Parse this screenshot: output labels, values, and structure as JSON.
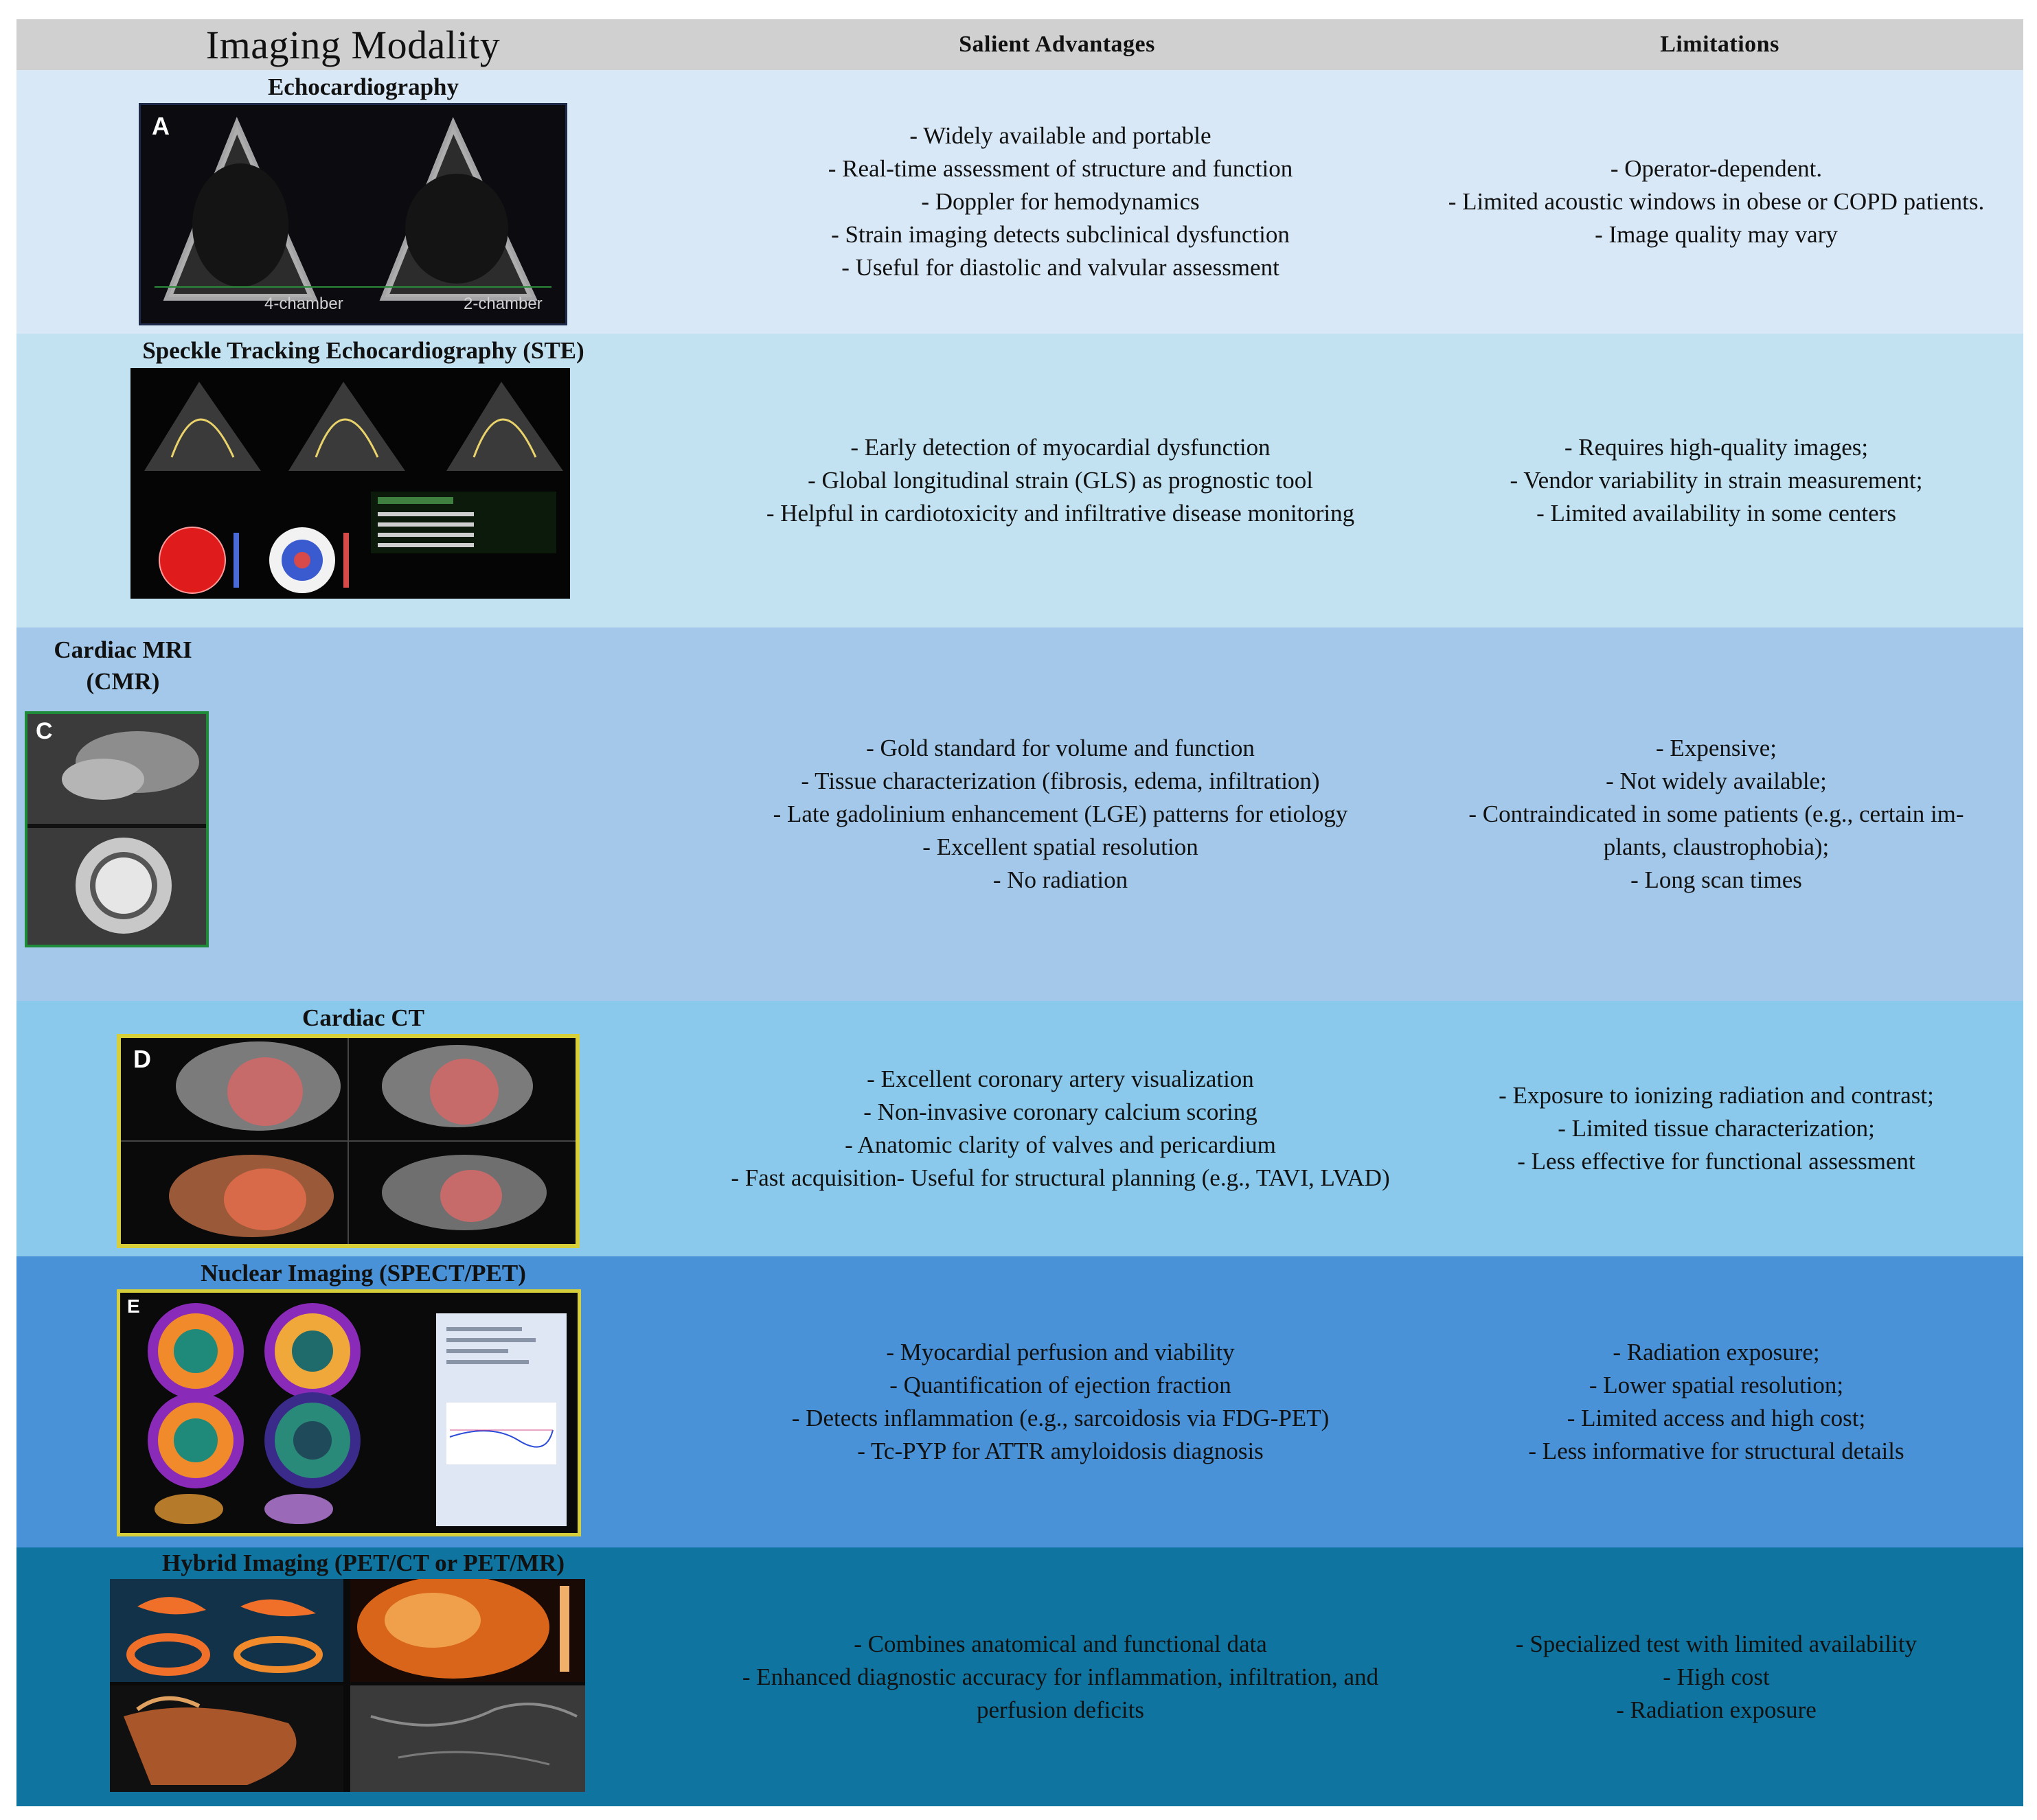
{
  "header": {
    "modality": "Imaging Modality",
    "advantages": "Salient Advantages",
    "limitations": "Limitations"
  },
  "colors": {
    "header_bg": "#d0d0d0",
    "row_echo": "#d8e8f6",
    "row_ste": "#c2e2f2",
    "row_cmr": "#a3c8e9",
    "row_ct": "#8ac9ec",
    "row_nuclear": "#4a92d8",
    "row_hybrid": "#0f74a0"
  },
  "rows": [
    {
      "title": "Echocardiography",
      "image_labels": [
        "A",
        "4-chamber",
        "2-chamber"
      ],
      "advantages": [
        "- Widely available and portable",
        "- Real-time assessment of structure and function",
        "- Doppler for hemodynamics",
        "- Strain imaging detects subclinical dysfunction",
        "- Useful for diastolic and valvular assessment"
      ],
      "limitations": [
        "- Operator-dependent.",
        "- Limited acoustic windows in obese or COPD patients.",
        "- Image quality may vary"
      ]
    },
    {
      "title": "Speckle Tracking Echocardiography (STE)",
      "image_labels": [],
      "advantages": [
        "- Early detection of myocardial dysfunction",
        "- Global longitudinal strain (GLS) as prognostic tool",
        "- Helpful in cardiotoxicity and infiltrative disease monitoring"
      ],
      "limitations": [
        "- Requires high-quality images;",
        "- Vendor variability in strain measurement;",
        "- Limited availability in some centers"
      ]
    },
    {
      "title": "Cardiac MRI\n(CMR)",
      "image_labels": [
        "C"
      ],
      "advantages": [
        "- Gold standard for volume and function",
        "- Tissue characterization (fibrosis, edema, infiltration)",
        "- Late gadolinium enhancement (LGE) patterns for etiology",
        "- Excellent spatial resolution",
        "- No radiation"
      ],
      "limitations": [
        "- Expensive;",
        "- Not widely available;",
        "- Contraindicated in some patients (e.g., certain im-",
        "plants, claustrophobia);",
        "- Long scan times"
      ]
    },
    {
      "title": "Cardiac CT",
      "image_labels": [
        "D"
      ],
      "advantages": [
        "- Excellent coronary artery visualization",
        "- Non-invasive coronary calcium scoring",
        "- Anatomic clarity of valves and pericardium",
        "- Fast acquisition- Useful for structural planning (e.g., TAVI, LVAD)"
      ],
      "limitations": [
        "- Exposure to ionizing radiation and contrast;",
        "- Limited tissue characterization;",
        "- Less effective for functional assessment"
      ]
    },
    {
      "title": "Nuclear Imaging (SPECT/PET)",
      "image_labels": [
        "E"
      ],
      "advantages": [
        "- Myocardial perfusion and viability",
        "- Quantification of ejection fraction",
        "- Detects inflammation (e.g., sarcoidosis via FDG-PET)",
        "- Tc-PYP for ATTR amyloidosis diagnosis"
      ],
      "limitations": [
        "- Radiation exposure;",
        "- Lower spatial resolution;",
        "- Limited access and high cost;",
        "- Less informative for structural details"
      ]
    },
    {
      "title": "Hybrid Imaging (PET/CT or PET/MR)",
      "image_labels": [],
      "advantages": [
        "- Combines anatomical and functional data",
        "- Enhanced diagnostic accuracy for inflammation, infiltration, and perfusion deficits"
      ],
      "limitations": [
        "- Specialized test with limited availability",
        "- High cost",
        "- Radiation exposure"
      ]
    }
  ]
}
